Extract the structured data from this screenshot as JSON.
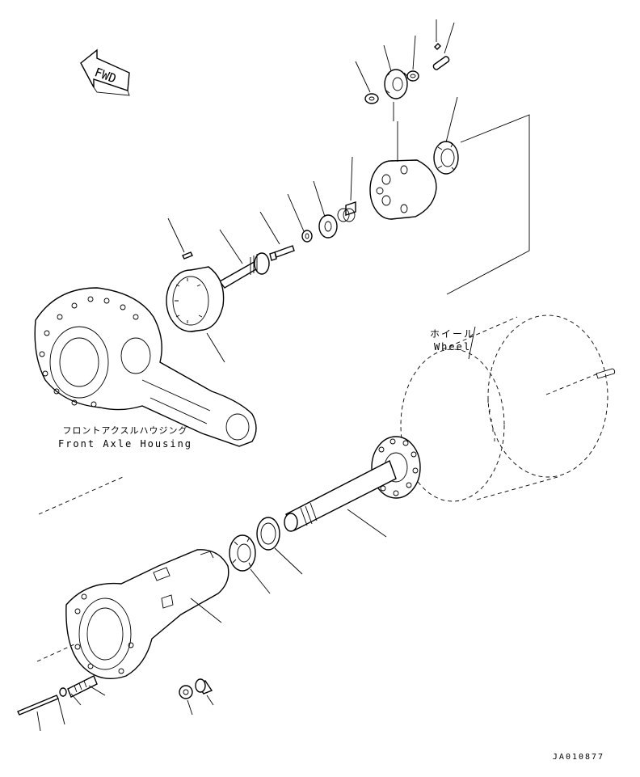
{
  "labels": {
    "fwd": "FWD",
    "wheel_jp": "ホイール",
    "wheel_en": "Wheel",
    "housing_jp": "フロントアクスルハウジング",
    "housing_en": "Front Axle Housing",
    "drawing_id": "JA010877"
  },
  "colors": {
    "ink": "#000000",
    "paper": "#ffffff"
  }
}
